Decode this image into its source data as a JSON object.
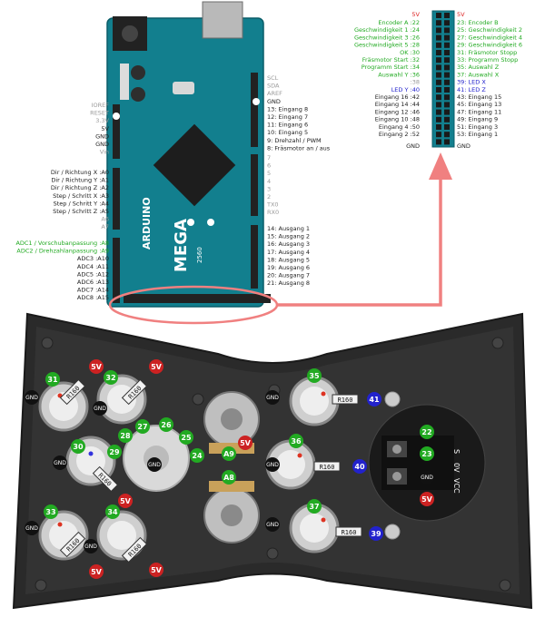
{
  "arduino": {
    "board_mark": "ARDUINO",
    "board_name": "MEGA",
    "board_num": "2560",
    "left_labels": [
      {
        "text": "IOREF",
        "color": "gray"
      },
      {
        "text": "RESET",
        "color": "gray"
      },
      {
        "text": "3.3V",
        "color": "gray"
      },
      {
        "text": "5V",
        "color": "black"
      },
      {
        "text": "GND",
        "color": "black"
      },
      {
        "text": "GND",
        "color": "black"
      },
      {
        "text": "Vin",
        "color": "gray"
      }
    ],
    "analog_labels": [
      {
        "text": "Dir / Richtung X   :A0",
        "color": "black"
      },
      {
        "text": "Dir / Richtung Y   :A1",
        "color": "black"
      },
      {
        "text": "Dir / Richtung Z   :A2",
        "color": "black"
      },
      {
        "text": "Step / Schritt X   :A3",
        "color": "black"
      },
      {
        "text": "Step / Schritt Y   :A4",
        "color": "black"
      },
      {
        "text": "Step / Schritt Z   :A5",
        "color": "black"
      },
      {
        "text": "A6",
        "color": "gray"
      },
      {
        "text": "A7",
        "color": "gray"
      }
    ],
    "analog2_labels": [
      {
        "text": "ADC1 / Vorschubanpassung   :A8",
        "color": "green"
      },
      {
        "text": "ADC2 / Drehzahlanpassung   :A9",
        "color": "green"
      },
      {
        "text": "ADC3   :A10",
        "color": "black"
      },
      {
        "text": "ADC4   :A11",
        "color": "black"
      },
      {
        "text": "ADC5   :A12",
        "color": "black"
      },
      {
        "text": "ADC6   :A13",
        "color": "black"
      },
      {
        "text": "ADC7   :A14",
        "color": "black"
      },
      {
        "text": "ADC8   :A15",
        "color": "black"
      }
    ],
    "right_top_labels": [
      {
        "text": "SCL",
        "color": "gray"
      },
      {
        "text": "SDA",
        "color": "gray"
      },
      {
        "text": "AREF",
        "color": "gray"
      },
      {
        "text": "GND",
        "color": "black"
      },
      {
        "text": "13: Eingang 8",
        "color": "black"
      },
      {
        "text": "12: Eingang 7",
        "color": "black"
      },
      {
        "text": "11: Eingang 6",
        "color": "black"
      },
      {
        "text": "10: Eingang 5",
        "color": "black"
      },
      {
        "text": "9:   Drehzahl / PWM",
        "color": "black"
      },
      {
        "text": "8:   Fräsmotor an / aus",
        "color": "black"
      },
      {
        "text": "7",
        "color": "gray"
      },
      {
        "text": "6",
        "color": "gray"
      },
      {
        "text": "5",
        "color": "gray"
      },
      {
        "text": "4",
        "color": "gray"
      },
      {
        "text": "3",
        "color": "gray"
      },
      {
        "text": "2",
        "color": "gray"
      },
      {
        "text": "TX0",
        "color": "gray"
      },
      {
        "text": "RX0",
        "color": "gray"
      }
    ],
    "right_bottom_labels": [
      {
        "text": "14: Ausgang 1",
        "color": "black"
      },
      {
        "text": "15: Ausgang 2",
        "color": "black"
      },
      {
        "text": "16: Ausgang 3",
        "color": "black"
      },
      {
        "text": "17: Ausgang 4",
        "color": "black"
      },
      {
        "text": "18: Ausgang 5",
        "color": "black"
      },
      {
        "text": "19: Ausgang 6",
        "color": "black"
      },
      {
        "text": "20: Ausgang 7",
        "color": "black"
      },
      {
        "text": "21: Ausgang 8",
        "color": "black"
      }
    ]
  },
  "header": {
    "top_left": "5V",
    "top_right": "5V",
    "left_rows": [
      {
        "text": "Encoder A :22",
        "color": "green"
      },
      {
        "text": "Geschwindigkeit 1 :24",
        "color": "green"
      },
      {
        "text": "Geschwindigkeit 3 :26",
        "color": "green"
      },
      {
        "text": "Geschwindigkeit 5 :28",
        "color": "green"
      },
      {
        "text": "OK :30",
        "color": "green"
      },
      {
        "text": "Fräsmotor Start :32",
        "color": "green"
      },
      {
        "text": "Programm Start :34",
        "color": "green"
      },
      {
        "text": "Auswahl Y :36",
        "color": "green"
      },
      {
        "text": ":38",
        "color": "gray"
      },
      {
        "text": "LED Y :40",
        "color": "blue"
      },
      {
        "text": "Eingang 16 :42",
        "color": "black"
      },
      {
        "text": "Eingang 14 :44",
        "color": "black"
      },
      {
        "text": "Eingang 12 :46",
        "color": "black"
      },
      {
        "text": "Eingang 10 :48",
        "color": "black"
      },
      {
        "text": "Eingang 4 :50",
        "color": "black"
      },
      {
        "text": "Eingang 2 :52",
        "color": "black"
      }
    ],
    "right_rows": [
      {
        "text": "23: Encoder B",
        "color": "green"
      },
      {
        "text": "25: Geschwindigkeit 2",
        "color": "green"
      },
      {
        "text": "27: Geschwindigkeit 4",
        "color": "green"
      },
      {
        "text": "29: Geschwindigkeit 6",
        "color": "green"
      },
      {
        "text": "31: Fräsmotor Stopp",
        "color": "green"
      },
      {
        "text": "33: Programm Stopp",
        "color": "green"
      },
      {
        "text": "35: Auswahl Z",
        "color": "green"
      },
      {
        "text": "37: Auswahl X",
        "color": "green"
      },
      {
        "text": "39: LED X",
        "color": "blue"
      },
      {
        "text": "41: LED Z",
        "color": "blue"
      },
      {
        "text": "43: Eingang 15",
        "color": "black"
      },
      {
        "text": "45: Eingang 13",
        "color": "black"
      },
      {
        "text": "47: Eingang 11",
        "color": "black"
      },
      {
        "text": "49: Eingang 9",
        "color": "black"
      },
      {
        "text": "51: Eingang 3",
        "color": "black"
      },
      {
        "text": "53: Eingang 1",
        "color": "black"
      }
    ],
    "gnd_left": "GND",
    "gnd_right": "GND"
  },
  "panel": {
    "badges": {
      "b31": "31",
      "b32": "32",
      "b30": "30",
      "b29": "29",
      "b28": "28",
      "b27": "27",
      "b26": "26",
      "b25": "25",
      "b24": "24",
      "b33": "33",
      "b34": "34",
      "b35": "35",
      "b36": "36",
      "b37": "37",
      "b22": "22",
      "b23": "23",
      "a9": "A9",
      "a8": "A8",
      "b41": "41",
      "b40": "40",
      "b39": "39",
      "v5": "5V",
      "gnd": "GND",
      "r160": "R160"
    },
    "terminal": {
      "s": "S",
      "ov": "0V",
      "vcc": "VCC"
    }
  },
  "colors": {
    "green": "#22aa22",
    "blue": "#2222cc",
    "red": "#cc2222",
    "arrow": "#f08080",
    "board": "#0f7f8c"
  }
}
